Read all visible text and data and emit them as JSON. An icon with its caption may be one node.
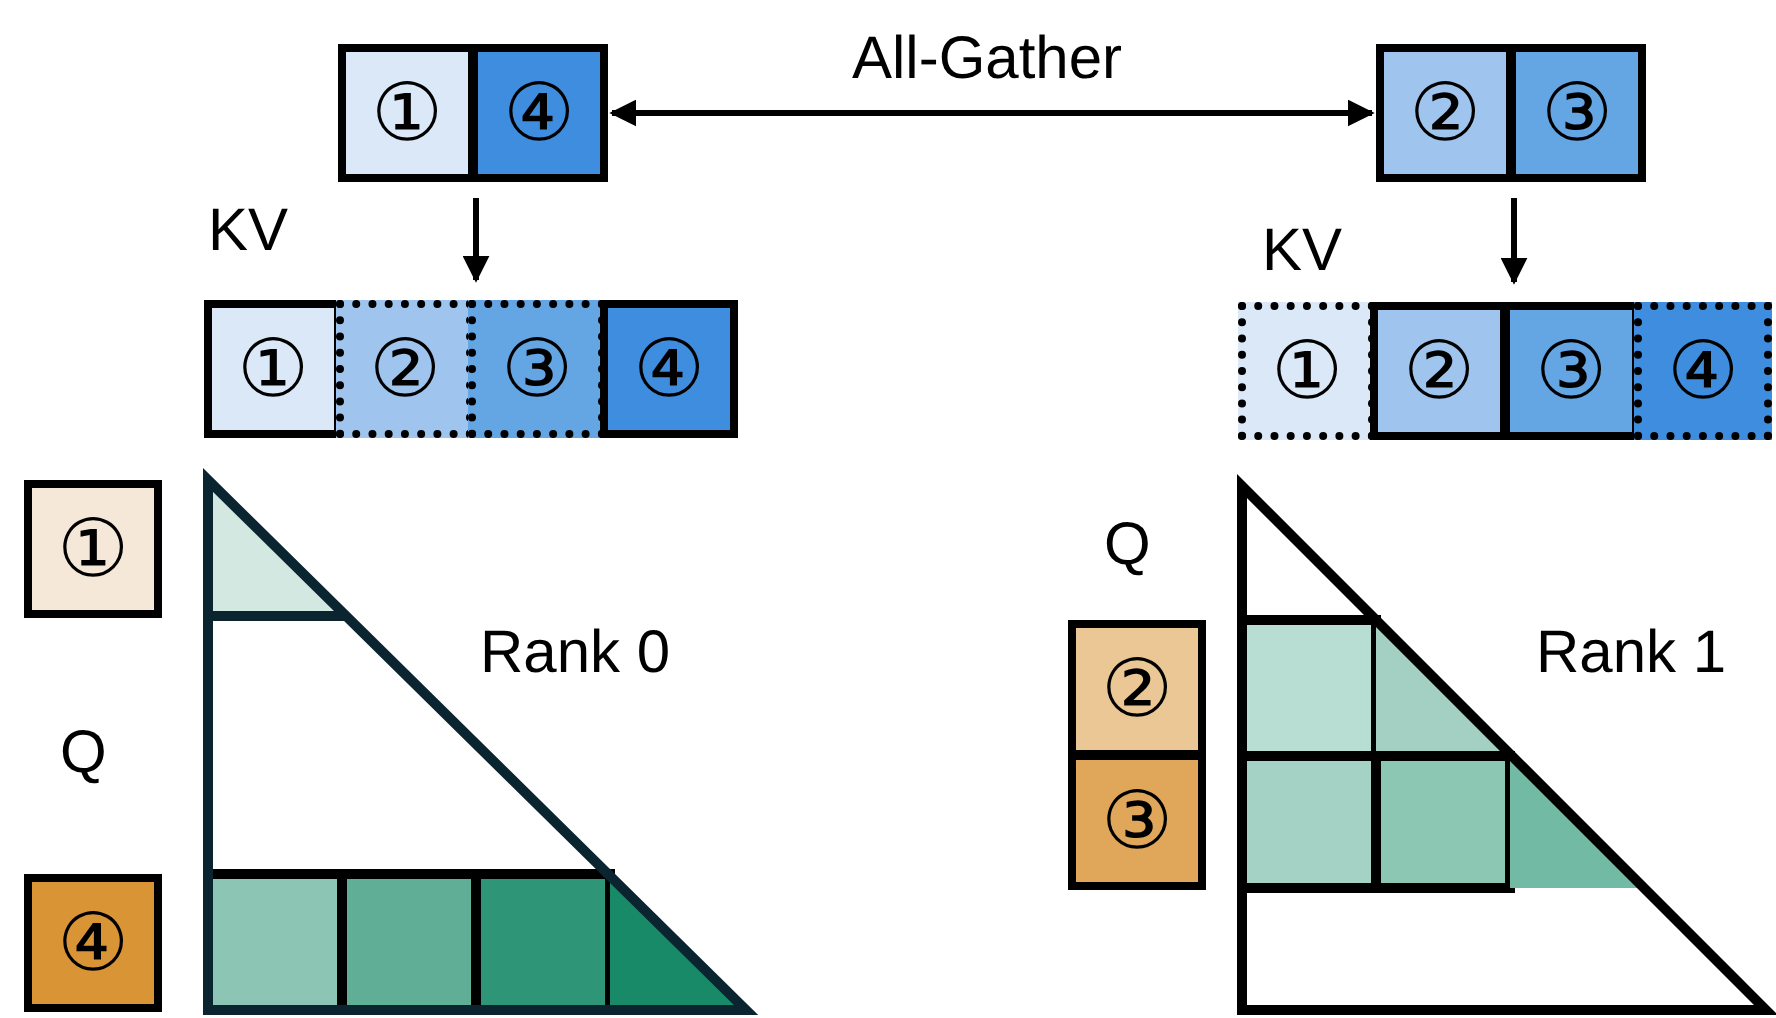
{
  "diagram": {
    "nodes": [
      {
        "text": [
          "①"
        ]
      },
      {
        "text": [
          "④"
        ]
      },
      {
        "text": [
          "②"
        ]
      },
      {
        "text": [
          "③"
        ]
      },
      {
        "text": [
          "①"
        ]
      },
      {
        "text": [
          "②"
        ]
      },
      {
        "text": [
          "③"
        ]
      },
      {
        "text": [
          "④"
        ]
      },
      {
        "text": [
          "①"
        ]
      },
      {
        "text": [
          "②"
        ]
      },
      {
        "text": [
          "③"
        ]
      },
      {
        "text": [
          "④"
        ]
      },
      {
        "text": [
          "①"
        ]
      },
      {
        "text": [
          "④"
        ]
      },
      {
        "text": [
          "②"
        ]
      },
      {
        "text": [
          "③"
        ]
      }
    ],
    "edges": [
      {
        "from": 1,
        "to": 2,
        "arrow": "both",
        "label": "All-Gather"
      },
      {
        "from": 1,
        "to": 6,
        "arrow": "to"
      },
      {
        "from": 3,
        "to": 10,
        "arrow": "to"
      }
    ],
    "labels": [
      "KV",
      "KV",
      "Q",
      "Rank 0",
      "Rank 1",
      "Q"
    ]
  }
}
